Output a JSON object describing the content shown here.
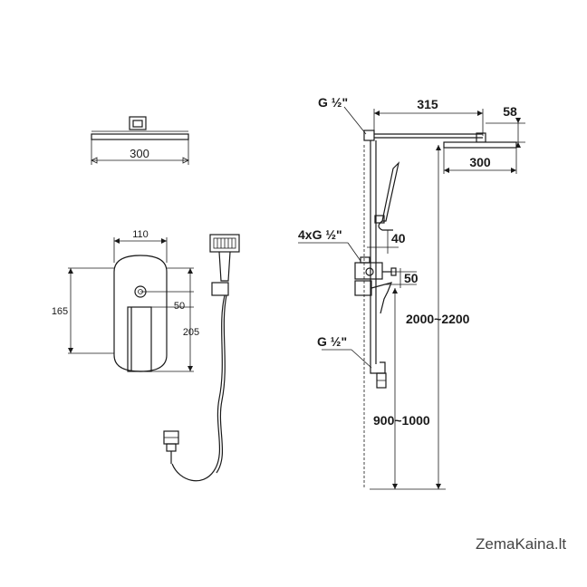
{
  "labels": {
    "head_width_left": "300",
    "mixer_width": "110",
    "mixer_height": "165",
    "mixer_offset": "50",
    "mixer_total": "205",
    "inlet_top": "G ½\"",
    "arm_length": "315",
    "head_depth": "58",
    "head_width_right": "300",
    "diverter_inlets": "4xG ½\"",
    "diverter_offset": "40",
    "valve_offset": "50",
    "total_height": "2000~2200",
    "inlet_bottom": "G ½\"",
    "valve_height": "900~1000"
  },
  "watermark": "ZemaKaina.lt"
}
